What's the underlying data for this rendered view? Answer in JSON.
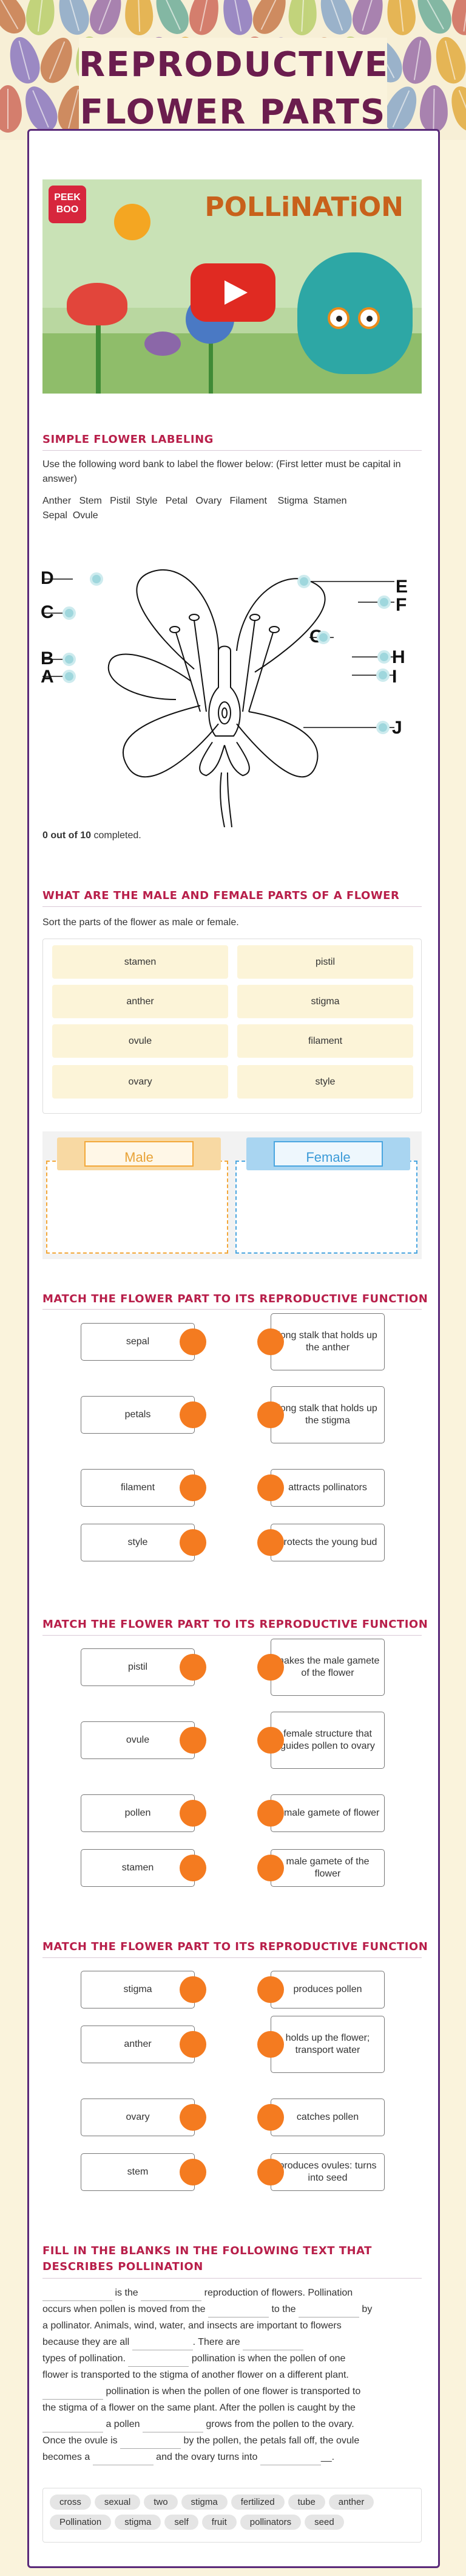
{
  "header": {
    "title_line1": "REPRODUCTIVE",
    "title_line2": "FLOWER PARTS",
    "leaf_colors": [
      "#c77a4c",
      "#b9cf6c",
      "#8aa8c9",
      "#9b6fa9",
      "#e3ab3f",
      "#6fae9b",
      "#cf6b5b",
      "#8b78c0"
    ]
  },
  "video": {
    "logo_line1": "PEEK",
    "logo_line2": "BOO",
    "title": "POLLiNATiON",
    "play_icon": "play-icon"
  },
  "labeling": {
    "title": "Simple flower labeling",
    "instructions": "Use the following word bank to label the flower below: (First letter must be capital in answer)",
    "word_bank": "Anther   Stem   Pistil  Style   Petal   Ovary   Filament    Stigma  Stamen",
    "word_bank_2": "Sepal  Ovule",
    "labels": [
      "D",
      "C",
      "B",
      "A",
      "E",
      "F",
      "G",
      "H",
      "I",
      "J"
    ],
    "progress_prefix": "0 out of 10",
    "progress_suffix": " completed."
  },
  "sorting": {
    "title": "What are the male and female parts of a flower",
    "instructions": "Sort the parts of the flower as male or female.",
    "items": [
      "stamen",
      "pistil",
      "anther",
      "stigma",
      "ovule",
      "filament",
      "ovary",
      "style"
    ],
    "male_label": "Male",
    "female_label": "Female",
    "male_color": "#f3a83a",
    "female_color": "#4aa6e0"
  },
  "match1": {
    "title": "Match the flower part to its reproductive function",
    "left": [
      "sepal",
      "petals",
      "filament",
      "style"
    ],
    "right": [
      "long stalk that holds up the anther",
      "long stalk that holds up the stigma",
      "attracts pollinators",
      "protects the young bud"
    ]
  },
  "match2": {
    "title": "Match the flower part to its reproductive function",
    "left": [
      "pistil",
      "ovule",
      "pollen",
      "stamen"
    ],
    "right": [
      "makes the male gamete of the flower",
      "female structure that guides pollen to ovary",
      "female gamete of flower",
      "male gamete of the flower"
    ]
  },
  "match3": {
    "title": "Match the flower part to its reproductive function",
    "left": [
      "stigma",
      "anther",
      "ovary",
      "stem"
    ],
    "right": [
      "produces pollen",
      "holds up the flower; transport water",
      "catches pollen",
      "produces ovules: turns into seed"
    ]
  },
  "fill": {
    "title_line1": "Fill in the blanks in the following text that",
    "title_line2": "describes pollination",
    "s1a": "is the",
    "s1b": "reproduction of flowers. Pollination",
    "s2a": "occurs when pollen is moved from the",
    "s2b": "to the",
    "s2c": "by",
    "s3": "a pollinator. Animals, wind, water, and insects are important to flowers",
    "s4a": "because they are all",
    "s4b": ". There are",
    "s5a": "types of pollination.",
    "s5b": "pollination is when the pollen of one",
    "s6": "flower is transported to the stigma of another flower on a different plant.",
    "s7": "pollination is when the pollen of one flower is transported to",
    "s8": "the stigma of a flower on the same plant. After the pollen is caught by the",
    "s9a": "a pollen",
    "s9b": "grows from the pollen to the ovary.",
    "s10a": "Once the ovule is",
    "s10b": "by the pollen, the petals fall off, the ovule",
    "s11a": "becomes a",
    "s11b": "and the ovary turns into",
    "s11c": "__.",
    "bank": [
      "cross",
      "sexual",
      "two",
      "stigma",
      "fertilized",
      "tube",
      "anther",
      "Pollination",
      "stigma",
      "self",
      "fruit",
      "pollinators",
      "seed"
    ]
  }
}
